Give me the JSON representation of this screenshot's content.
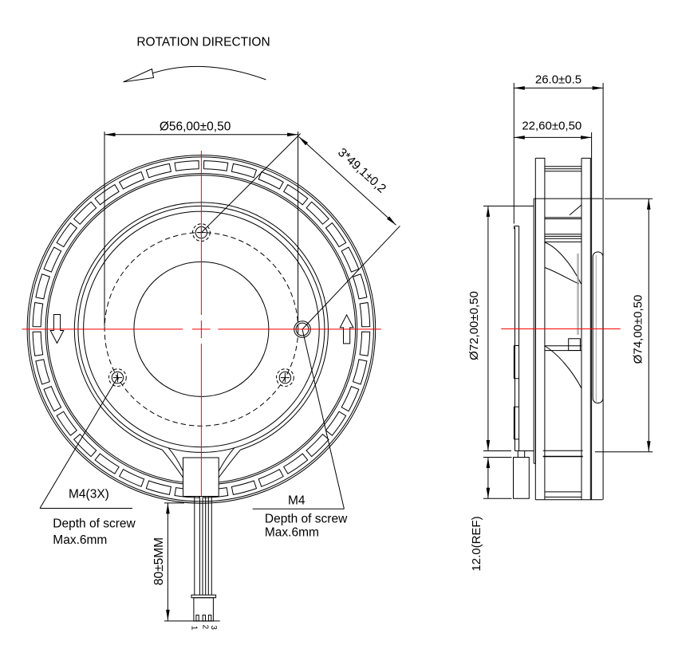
{
  "drawing": {
    "background": "#ffffff",
    "line_color": "#000000",
    "centerline_color": "#fe0000",
    "front_view": {
      "rotation_label": "ROTATION DIRECTION",
      "bolt_circle_dim": "Ø56,00±0,50",
      "hole_spacing_dim": "3*49,1±0,2",
      "screw_note_left": {
        "title": "M4(3X)",
        "line1": "Depth of screw",
        "line2": "Max.6mm"
      },
      "screw_note_right": {
        "title": "M4",
        "line1": "Depth of screw",
        "line2": "Max.6mm"
      },
      "cable_length_dim": "80±5MM",
      "pin_labels": [
        "1",
        "2",
        "3"
      ]
    },
    "side_view": {
      "total_depth_dim": "26.0±0.5",
      "body_depth_dim": "22,60±0,50",
      "housing_diameter_dim": "Ø72,00±0,50",
      "outer_diameter_dim": "Ø74,00±0,50",
      "cable_block_dim": "12.0(REF)"
    }
  }
}
